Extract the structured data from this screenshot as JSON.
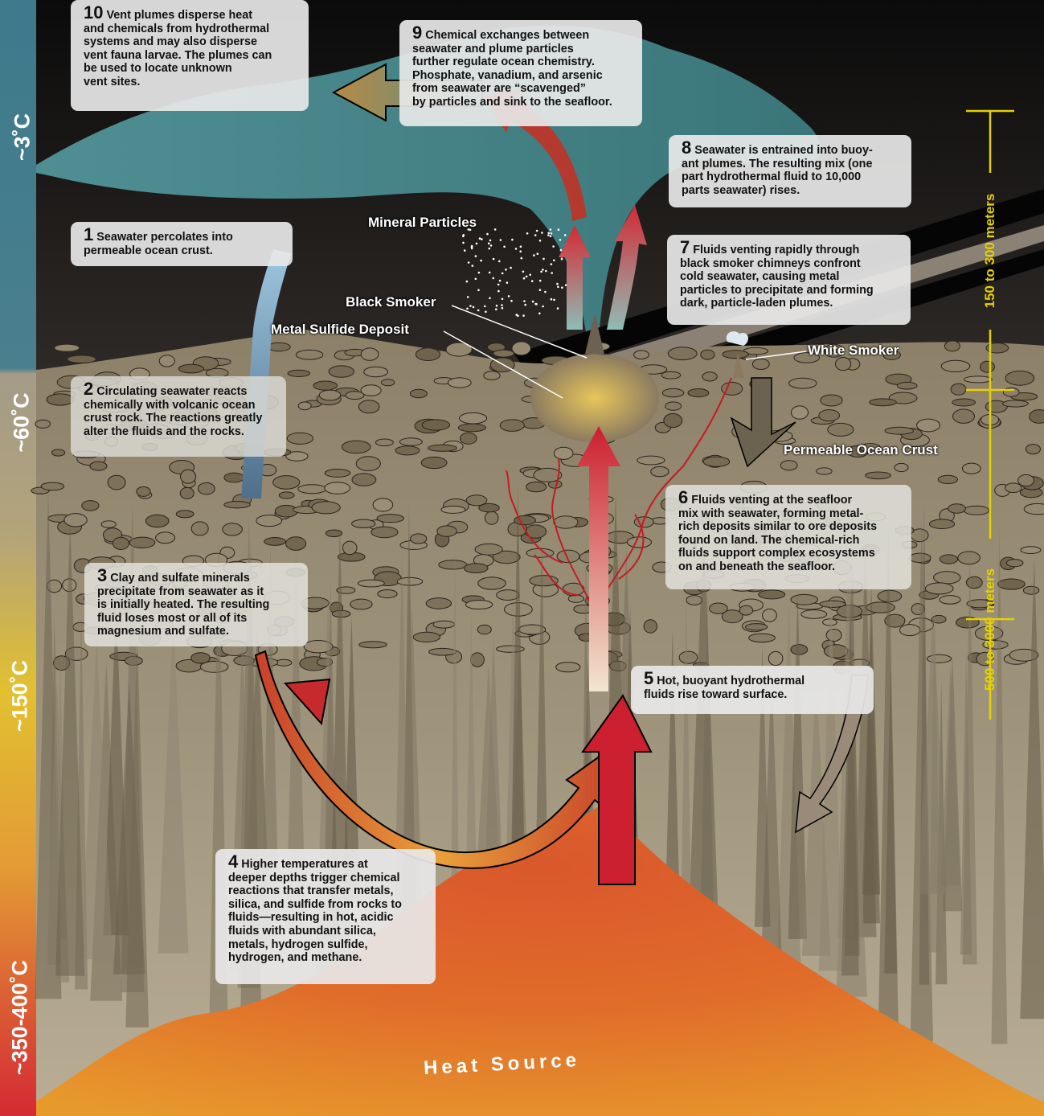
{
  "temperature_bar": {
    "zones": [
      {
        "label": "~3˚C",
        "color": "#3d7a8c"
      },
      {
        "label": "~60˚C",
        "color": "#a49b88"
      },
      {
        "label": "~150˚C",
        "color": "#e2c030"
      },
      {
        "label": "~350-400˚C",
        "color": "#d42a33"
      }
    ]
  },
  "depth_scale": {
    "upper": "150 to 300 meters",
    "lower": "500 to 3000 meters",
    "color": "#e5d100"
  },
  "labels": {
    "mineral_particles": "Mineral Particles",
    "black_smoker": "Black Smoker",
    "metal_sulfide_deposit": "Metal Sulfide Deposit",
    "white_smoker": "White Smoker",
    "permeable_ocean_crust": "Permeable Ocean Crust",
    "heat_source": "Heat Source"
  },
  "callouts": [
    {
      "number": "1",
      "text": "Seawater percolates into\npermeable ocean crust."
    },
    {
      "number": "2",
      "text": "Circulating seawater reacts\nchemically with volcanic ocean\ncrust rock. The reactions greatly\nalter the fluids and the rocks."
    },
    {
      "number": "3",
      "text": "Clay and sulfate minerals\nprecipitate from seawater as it\nis initially heated. The resulting\nfluid loses most or all of its\nmagnesium and sulfate."
    },
    {
      "number": "4",
      "text": "Higher temperatures at\ndeeper depths trigger chemical\nreactions that transfer metals,\nsilica, and sulfide from rocks to\nfluids—resulting in hot, acidic\nfluids with abundant silica,\nmetals, hydrogen sulfide,\nhydrogen, and methane."
    },
    {
      "number": "5",
      "text": "Hot, buoyant hydrothermal\nfluids rise toward surface."
    },
    {
      "number": "6",
      "text": "Fluids venting at the seafloor\nmix with seawater, forming metal-\nrich deposits similar to ore deposits\nfound on land. The chemical-rich\nfluids support complex ecosystems\non and beneath the seafloor."
    },
    {
      "number": "7",
      "text": "Fluids venting rapidly through\nblack smoker chimneys confront\ncold seawater, causing metal\nparticles to precipitate and forming\ndark, particle-laden plumes."
    },
    {
      "number": "8",
      "text": "Seawater is entrained into buoy-\nant plumes. The resulting mix (one\npart hydrothermal fluid to 10,000\nparts seawater) rises."
    },
    {
      "number": "9",
      "text": "Chemical exchanges between\nseawater and plume particles\nfurther regulate ocean chemistry.\nPhosphate, vanadium, and arsenic\nfrom seawater are “scavenged”\nby particles and sink to the seafloor."
    },
    {
      "number": "10",
      "text": "Vent plumes disperse heat\nand chemicals from hydrothermal\nsystems and may also disperse\nvent fauna larvae. The plumes can\nbe used to locate unknown\nvent sites."
    }
  ]
}
